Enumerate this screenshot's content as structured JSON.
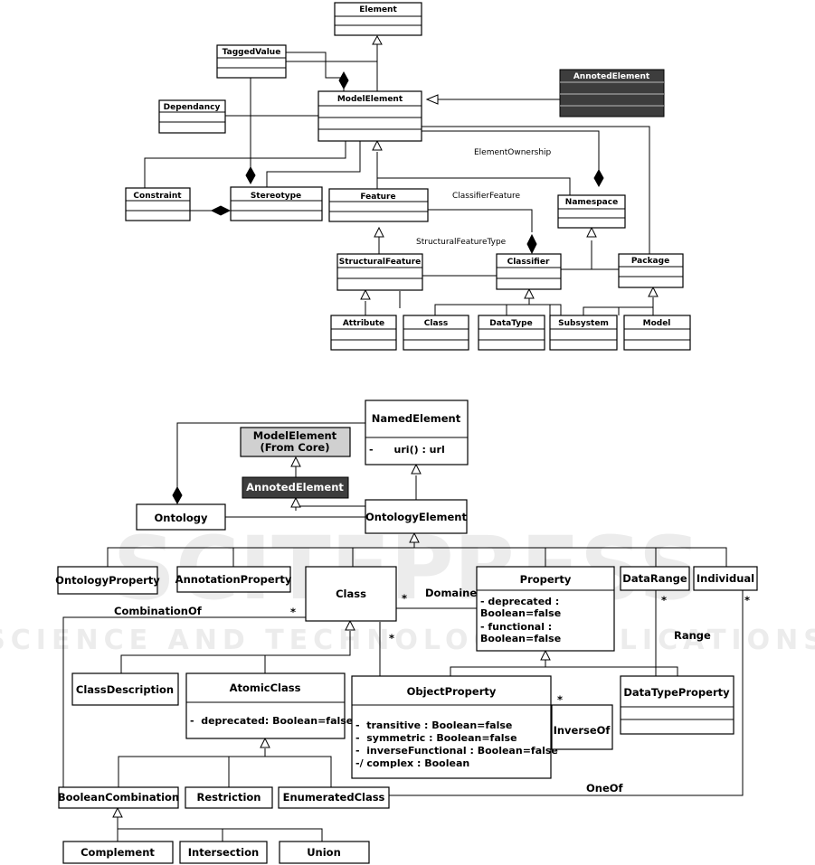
{
  "watermark": {
    "main": "SCITEPRESS",
    "sub": "SCIENCE AND TECHNOLOGY PUBLICATIONS"
  },
  "top_diagram": {
    "classes": {
      "element": "Element",
      "tagged_value": "TaggedValue",
      "annoted_element": "AnnotedElement",
      "model_element": "ModelElement",
      "dependancy": "Dependancy",
      "constraint": "Constraint",
      "stereotype": "Stereotype",
      "feature": "Feature",
      "namespace": "Namespace",
      "structural_feature": "StructuralFeature",
      "classifier": "Classifier",
      "package": "Package",
      "attribute": "Attribute",
      "class": "Class",
      "data_type": "DataType",
      "subsystem": "Subsystem",
      "model": "Model"
    },
    "labels": {
      "element_ownership": "ElementOwnership",
      "classifier_feature": "ClassifierFeature",
      "structural_feature_type": "StructuralFeatureType"
    }
  },
  "bottom_diagram": {
    "classes": {
      "named_element": "NamedElement",
      "named_element_op": "-      uri() : url",
      "model_element_line1": "ModelElement",
      "model_element_line2": "(From Core)",
      "annoted_element": "AnnotedElement",
      "ontology": "Ontology",
      "ontology_element": "OntologyElement",
      "ontology_property": "OntologyProperty",
      "annotation_property": "AnnotationProperty",
      "class": "Class",
      "property": "Property",
      "property_attr1a": "- deprecated :",
      "property_attr1b": "Boolean=false",
      "property_attr2a": "- functional :",
      "property_attr2b": "Boolean=false",
      "data_range": "DataRange",
      "individual": "Individual",
      "class_description": "ClassDescription",
      "atomic_class": "AtomicClass",
      "atomic_class_attr": "-  deprecated: Boolean=false",
      "object_property": "ObjectProperty",
      "object_property_attr1": "-  transitive : Boolean=false",
      "object_property_attr2": "-  symmetric : Boolean=false",
      "object_property_attr3": "-  inverseFunctional : Boolean=false",
      "object_property_attr4": "-/ complex : Boolean",
      "inverse_of": "InverseOf",
      "data_type_property": "DataTypeProperty",
      "boolean_combination": "BooleanCombination",
      "restriction": "Restriction",
      "enumerated_class": "EnumeratedClass",
      "complement": "Complement",
      "intersection": "Intersection",
      "union": "Union"
    },
    "labels": {
      "combination_of": "CombinationOf",
      "domaine": "Domaine",
      "range": "Range",
      "one_of": "OneOf",
      "star": "*"
    },
    "colors": {
      "model_element_fill": "#d0d0d0",
      "annoted_element_fill": "#3d3d3d"
    }
  }
}
